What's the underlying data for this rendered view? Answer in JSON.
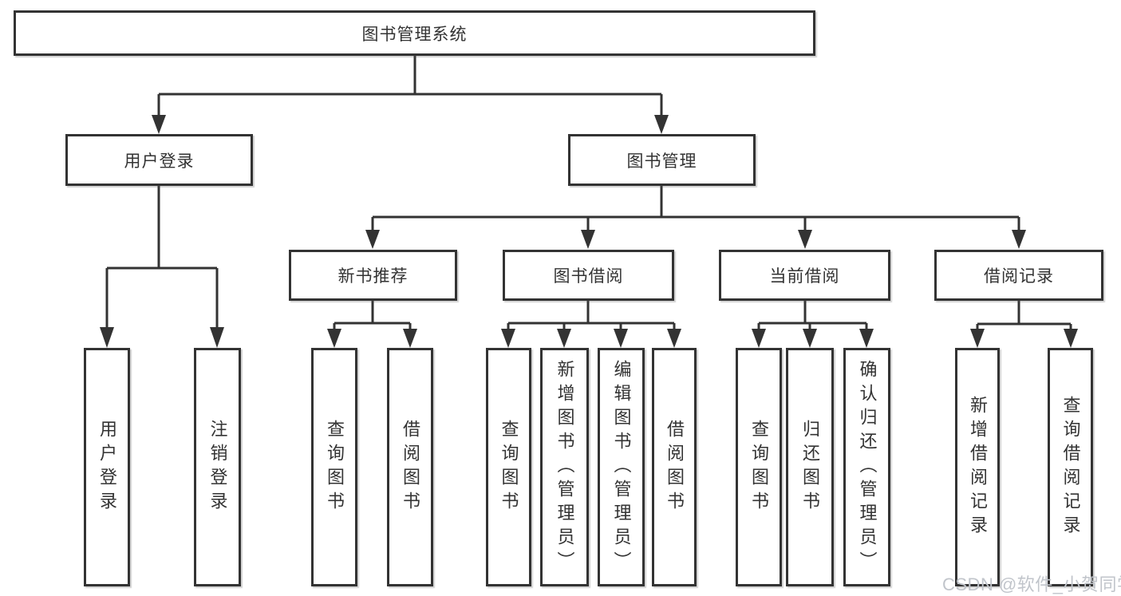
{
  "colors": {
    "line": "#333333",
    "text": "#333333",
    "box_bg": "#ffffff",
    "watermark": "#c1c5cb"
  },
  "watermark": {
    "text": "CSDN @软件_小贺同学"
  },
  "tree": {
    "root": {
      "label": "图书管理系统"
    },
    "user_login": {
      "label": "用户登录",
      "children": {
        "login": {
          "label": "用户登录"
        },
        "logout": {
          "label": "注销登录"
        }
      }
    },
    "book_management": {
      "label": "图书管理",
      "children": {
        "new_book_recommend": {
          "label": "新书推荐",
          "children": {
            "query_books": {
              "label": "查询图书"
            },
            "borrow_books": {
              "label": "借阅图书"
            }
          }
        },
        "book_borrowing": {
          "label": "图书借阅",
          "children": {
            "query_books": {
              "label": "查询图书"
            },
            "add_books": {
              "label": "新增图书（管理员）"
            },
            "edit_books": {
              "label": "编辑图书（管理员）"
            },
            "borrow_books": {
              "label": "借阅图书"
            }
          }
        },
        "current_borrowing": {
          "label": "当前借阅",
          "children": {
            "query_books": {
              "label": "查询图书"
            },
            "return_books": {
              "label": "归还图书"
            },
            "confirm_return": {
              "label": "确认归还（管理员）"
            }
          }
        },
        "borrowing_records": {
          "label": "借阅记录",
          "children": {
            "add_record": {
              "label": "新增借阅记录"
            },
            "query_record": {
              "label": "查询借阅记录"
            }
          }
        }
      }
    }
  }
}
